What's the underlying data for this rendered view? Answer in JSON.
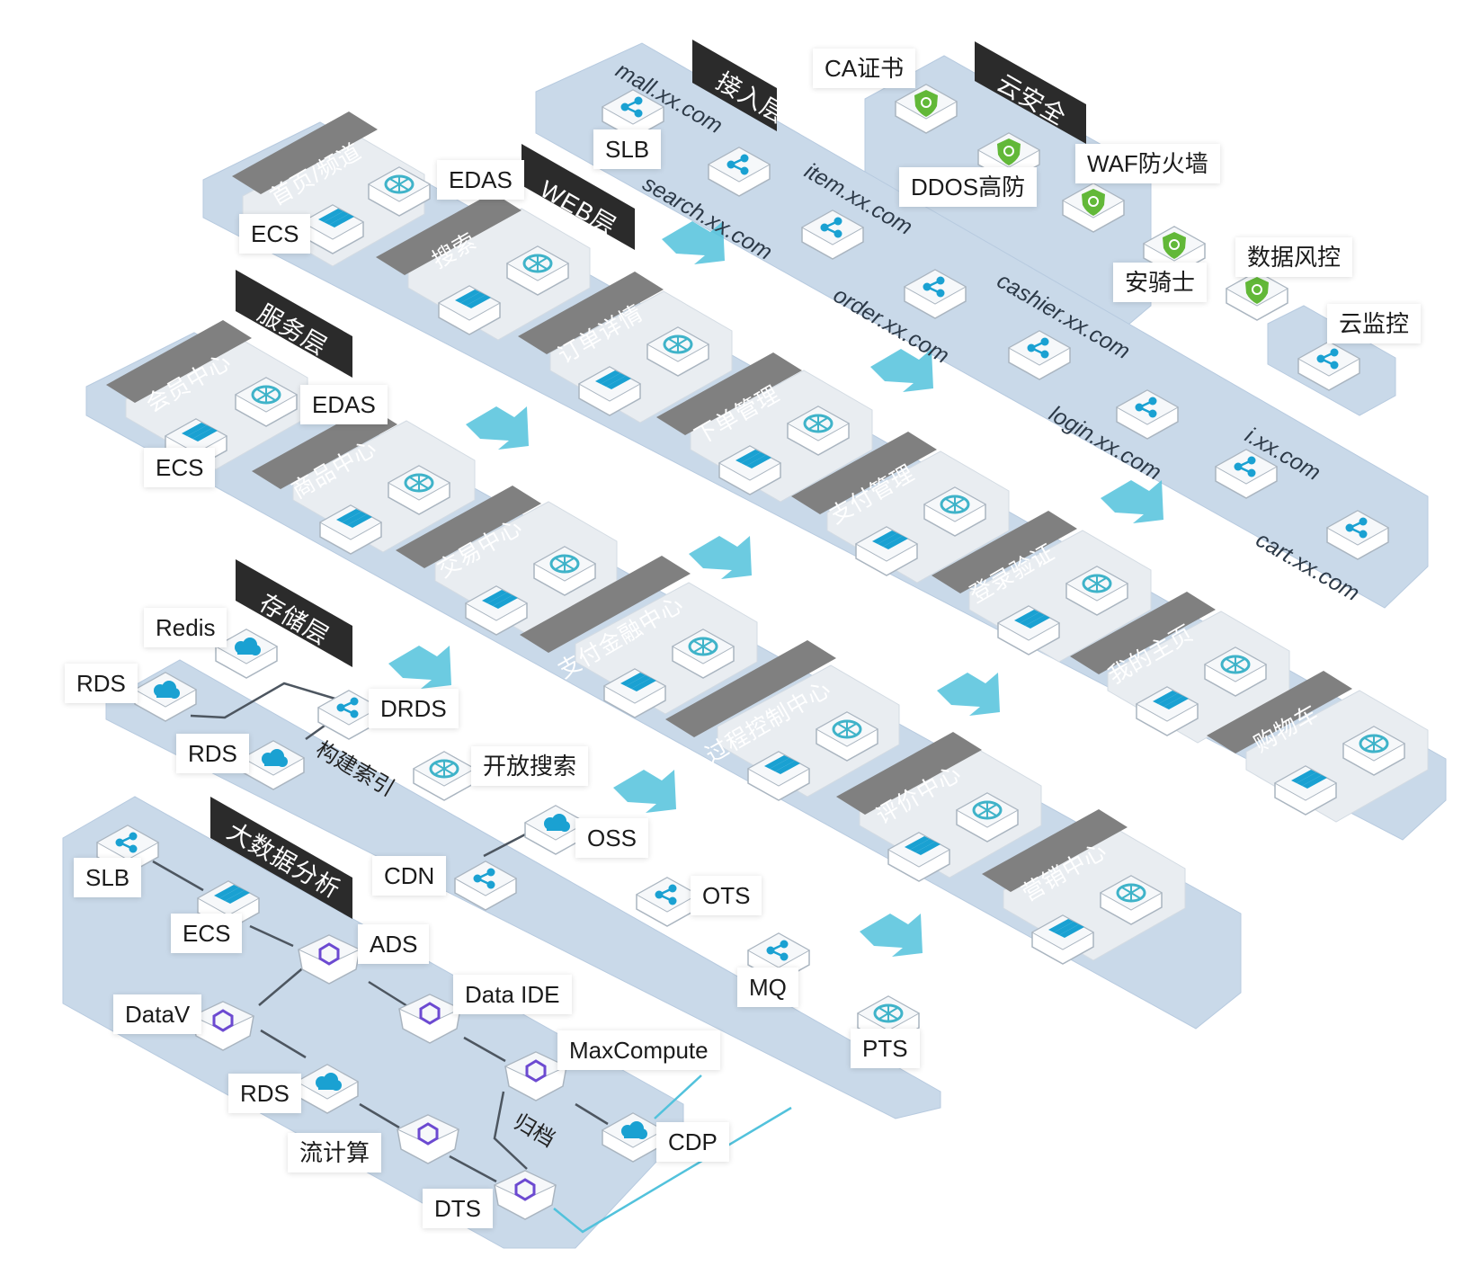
{
  "colors": {
    "platform": "#c9d9e9",
    "platform_edge": "#b7cadf",
    "tile": "#e9edf1",
    "tile_header": "#808080",
    "tag": "#2b2b2b",
    "arrow": "#52c2dc",
    "icon_ecs": "#1aa1d2",
    "icon_edas": "#3fb3c9",
    "icon_green": "#62b838",
    "icon_purple": "#6c4ad1"
  },
  "sections": {
    "access": "接入层",
    "security": "云安全",
    "web": "WEB层",
    "service": "服务层",
    "storage": "存储层",
    "bigdata": "大数据分析"
  },
  "access": {
    "slb_label": "SLB",
    "domains": [
      "mall.xx.com",
      "search.xx.com",
      "item.xx.com",
      "order.xx.com",
      "cashier.xx.com",
      "login.xx.com",
      "i.xx.com",
      "cart.xx.com"
    ]
  },
  "security": {
    "ca": "CA证书",
    "ddos": "DDOS高防",
    "waf": "WAF防火墙",
    "aqs": "安骑士",
    "risk": "数据风控",
    "monitor": "云监控"
  },
  "web": {
    "ecs_label": "ECS",
    "edas_label": "EDAS",
    "tiles": [
      "首页/频道",
      "搜索",
      "订单详情",
      "下单管理",
      "支付管理",
      "登录验证",
      "我的主页",
      "购物车"
    ]
  },
  "service": {
    "ecs_label": "ECS",
    "edas_label": "EDAS",
    "tiles": [
      "会员中心",
      "商品中心",
      "交易中心",
      "支付金融中心",
      "过程控制中心",
      "评价中心",
      "营销中心"
    ]
  },
  "storage": {
    "redis": "Redis",
    "rds1": "RDS",
    "drds": "DRDS",
    "rds2": "RDS",
    "index": "构建索引",
    "search": "开放搜索",
    "oss": "OSS",
    "cdn": "CDN",
    "ots": "OTS",
    "mq": "MQ",
    "pts": "PTS"
  },
  "bigdata": {
    "slb": "SLB",
    "ecs": "ECS",
    "ads": "ADS",
    "datav": "DataV",
    "dataide": "Data IDE",
    "maxcompute": "MaxCompute",
    "rds": "RDS",
    "stream": "流计算",
    "archive": "归档",
    "cdp": "CDP",
    "dts": "DTS"
  }
}
